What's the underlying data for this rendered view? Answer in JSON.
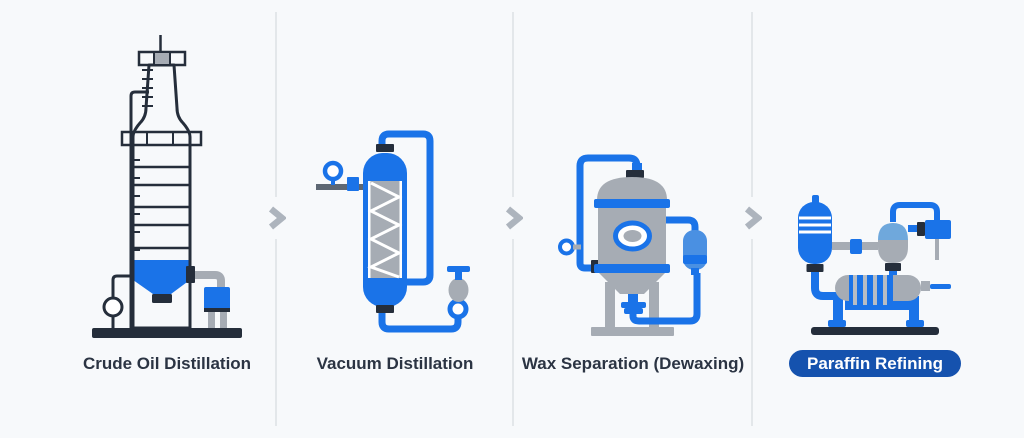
{
  "diagram": {
    "stages": [
      {
        "label": "Crude Oil Distillation",
        "icon": "distillation-tower-icon",
        "highlighted": false
      },
      {
        "label": "Vacuum Distillation",
        "icon": "vacuum-column-icon",
        "highlighted": false
      },
      {
        "label": "Wax Separation (Dewaxing)",
        "icon": "dewaxing-vessel-icon",
        "highlighted": false
      },
      {
        "label": "Paraffin Refining",
        "icon": "refining-unit-icon",
        "highlighted": true
      }
    ],
    "connector_icon": "chevron-right-icon",
    "colors": {
      "background": "#f7f9fb",
      "primary_blue": "#1a73e8",
      "mid_blue": "#4a90e2",
      "light_blue": "#6fa8dc",
      "equipment_gray": "#a6acb4",
      "stripe_gray": "#b7bdc4",
      "outline_dark": "#252e3b",
      "pipe_dark": "#5d6773",
      "label_text": "#2b3443",
      "badge_blue": "#1552ae",
      "badge_text": "#ffffff",
      "divider": "#e3e7ea",
      "chevron": "#adb4bd"
    }
  }
}
